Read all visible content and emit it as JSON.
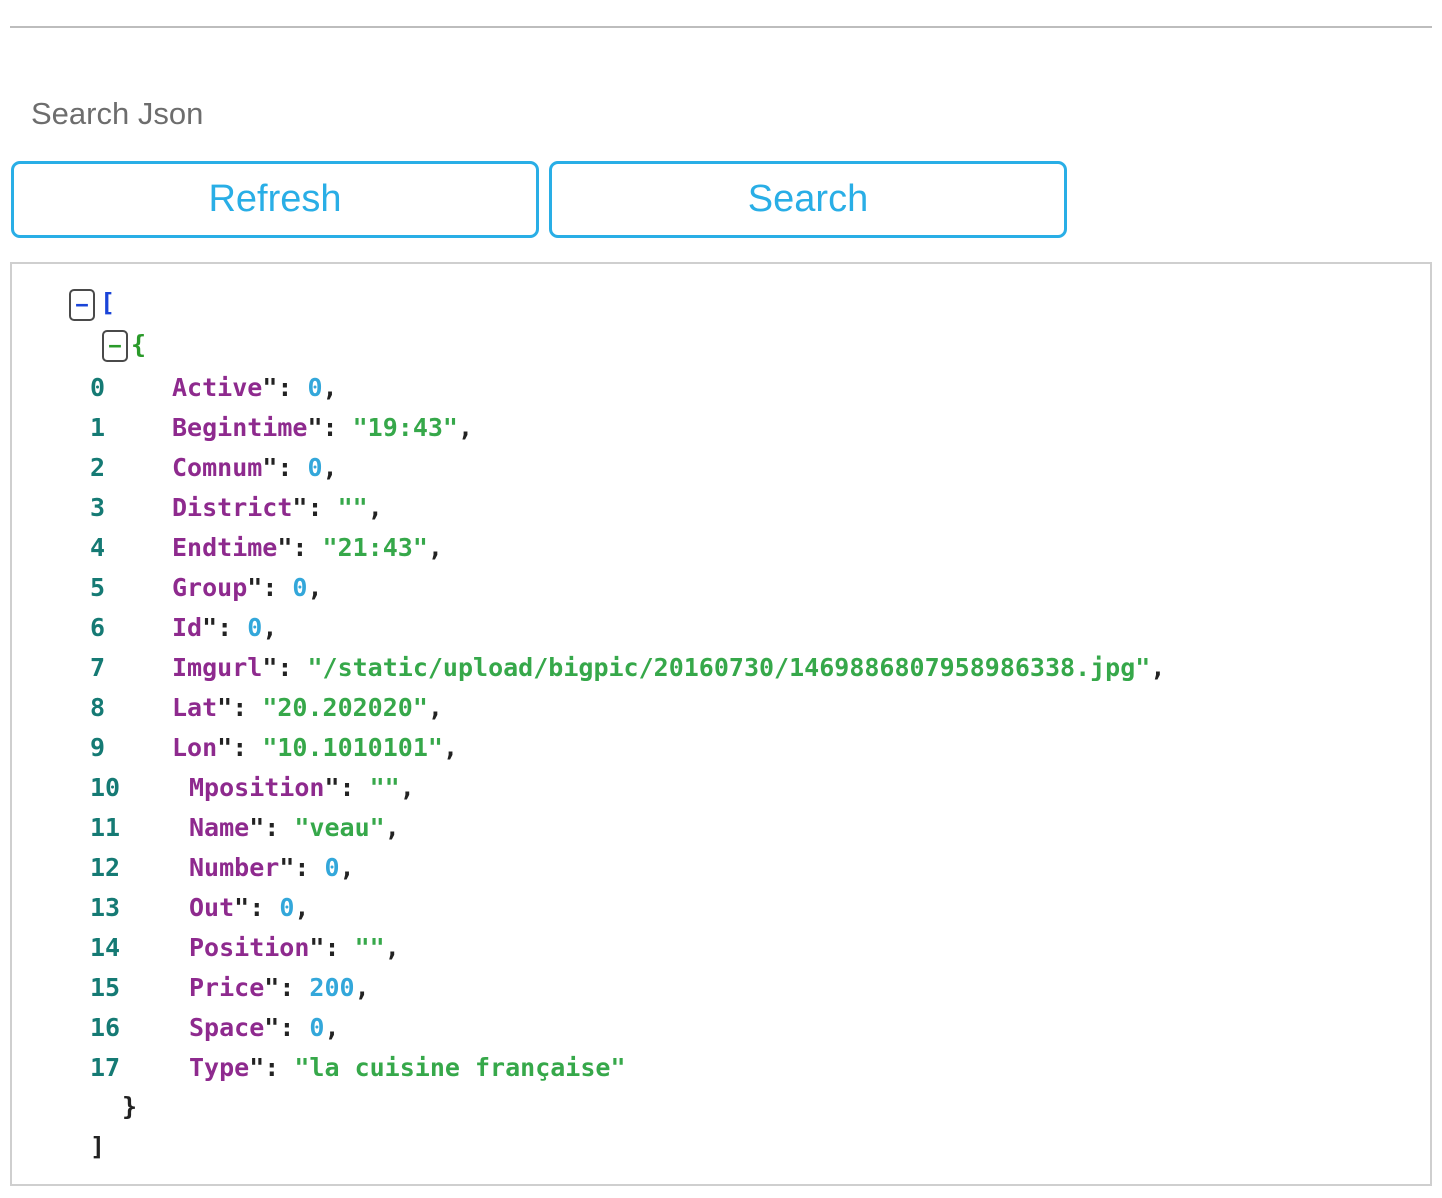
{
  "header": {
    "section_label": "Search Json",
    "refresh_label": "Refresh",
    "search_label": "Search"
  },
  "viewer": {
    "collapse_glyph": "−",
    "root_open": "[",
    "root_close": "]",
    "object_open": "{",
    "object_close": "}",
    "entries": [
      {
        "index": "0",
        "key": "Active",
        "sep": "\": ",
        "value": "0",
        "type": "number",
        "trail": ","
      },
      {
        "index": "1",
        "key": "Begintime",
        "sep": "\": ",
        "value": "\"19:43\"",
        "type": "string",
        "trail": ","
      },
      {
        "index": "2",
        "key": "Comnum",
        "sep": "\": ",
        "value": "0",
        "type": "number",
        "trail": ","
      },
      {
        "index": "3",
        "key": "District",
        "sep": "\": ",
        "value": "\"\"",
        "type": "string",
        "trail": ","
      },
      {
        "index": "4",
        "key": "Endtime",
        "sep": "\": ",
        "value": "\"21:43\"",
        "type": "string",
        "trail": ","
      },
      {
        "index": "5",
        "key": "Group",
        "sep": "\": ",
        "value": "0",
        "type": "number",
        "trail": ","
      },
      {
        "index": "6",
        "key": "Id",
        "sep": "\": ",
        "value": "0",
        "type": "number",
        "trail": ","
      },
      {
        "index": "7",
        "key": "Imgurl",
        "sep": "\": ",
        "value": "\"/static/upload/bigpic/20160730/1469886807958986338.jpg\"",
        "type": "string",
        "trail": ","
      },
      {
        "index": "8",
        "key": "Lat",
        "sep": "\": ",
        "value": "\"20.202020\"",
        "type": "string",
        "trail": ","
      },
      {
        "index": "9",
        "key": "Lon",
        "sep": "\": ",
        "value": "\"10.1010101\"",
        "type": "string",
        "trail": ","
      },
      {
        "index": "10",
        "key": "Mposition",
        "sep": "\": ",
        "value": "\"\"",
        "type": "string",
        "trail": ","
      },
      {
        "index": "11",
        "key": "Name",
        "sep": "\": ",
        "value": "\"veau\"",
        "type": "string",
        "trail": ","
      },
      {
        "index": "12",
        "key": "Number",
        "sep": "\": ",
        "value": "0",
        "type": "number",
        "trail": ","
      },
      {
        "index": "13",
        "key": "Out",
        "sep": "\": ",
        "value": "0",
        "type": "number",
        "trail": ","
      },
      {
        "index": "14",
        "key": "Position",
        "sep": "\": ",
        "value": "\"\"",
        "type": "string",
        "trail": ","
      },
      {
        "index": "15",
        "key": "Price",
        "sep": "\": ",
        "value": "200",
        "type": "number",
        "trail": ","
      },
      {
        "index": "16",
        "key": "Space",
        "sep": "\": ",
        "value": "0",
        "type": "number",
        "trail": ","
      },
      {
        "index": "17",
        "key": "Type",
        "sep": "\": ",
        "value": "\"la cuisine française\"",
        "type": "string",
        "trail": ""
      }
    ]
  },
  "colors": {
    "accent": "#29aee6",
    "key": "#8e2a8e",
    "number": "#33a7da",
    "string": "#36a84a",
    "index": "#157a74",
    "array_bracket": "#1a44d8",
    "object_brace": "#2a9a2a"
  }
}
